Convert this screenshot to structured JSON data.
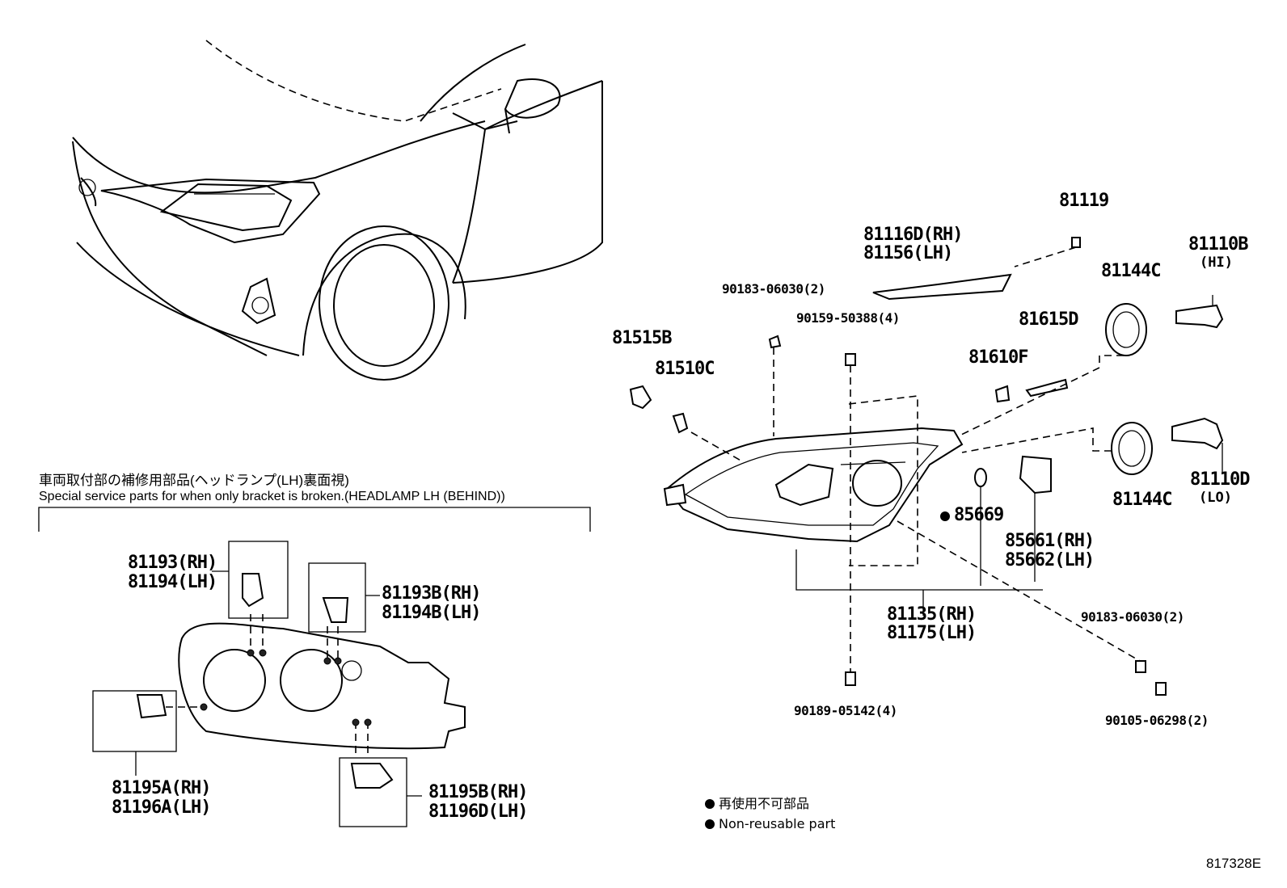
{
  "diagram": {
    "section_title_jp": "車両取付部の補修用部品(ヘッドランプ(LH)裏面視)",
    "section_title_en": "Special service parts for when only bracket is broken.(HEADLAMP LH (BEHIND))",
    "bracket_parts": {
      "p81193_rh": "81193(RH)",
      "p81194_lh": "81194(LH)",
      "p81193b_rh": "81193B(RH)",
      "p81194b_lh": "81194B(LH)",
      "p81195a_rh": "81195A(RH)",
      "p81196a_lh": "81196A(LH)",
      "p81195b_rh": "81195B(RH)",
      "p81196d_lh": "81196D(LH)"
    },
    "headlamp_parts": {
      "p81119": "81119",
      "p81116d_rh": "81116D(RH)",
      "p81156_lh": "81156(LH)",
      "p81110b": "81110B",
      "hi": "(HI)",
      "p81144c_top": "81144C",
      "p90183_top": "90183-06030(2)",
      "p90159": "90159-50388(4)",
      "p81615d": "81615D",
      "p81515b": "81515B",
      "p81610f": "81610F",
      "p81510c": "81510C",
      "p85669": "85669",
      "p81110d": "81110D",
      "lo": "(LO)",
      "p81144c_bottom": "81144C",
      "p85661_rh": "85661(RH)",
      "p85662_lh": "85662(LH)",
      "p81135_rh": "81135(RH)",
      "p81175_lh": "81175(LH)",
      "p90183_bottom": "90183-06030(2)",
      "p90189": "90189-05142(4)",
      "p90105": "90105-06298(2)"
    },
    "legend": {
      "jp": "再使用不可部品",
      "en": "Non-reusable part"
    },
    "reference_code": "817328E"
  }
}
